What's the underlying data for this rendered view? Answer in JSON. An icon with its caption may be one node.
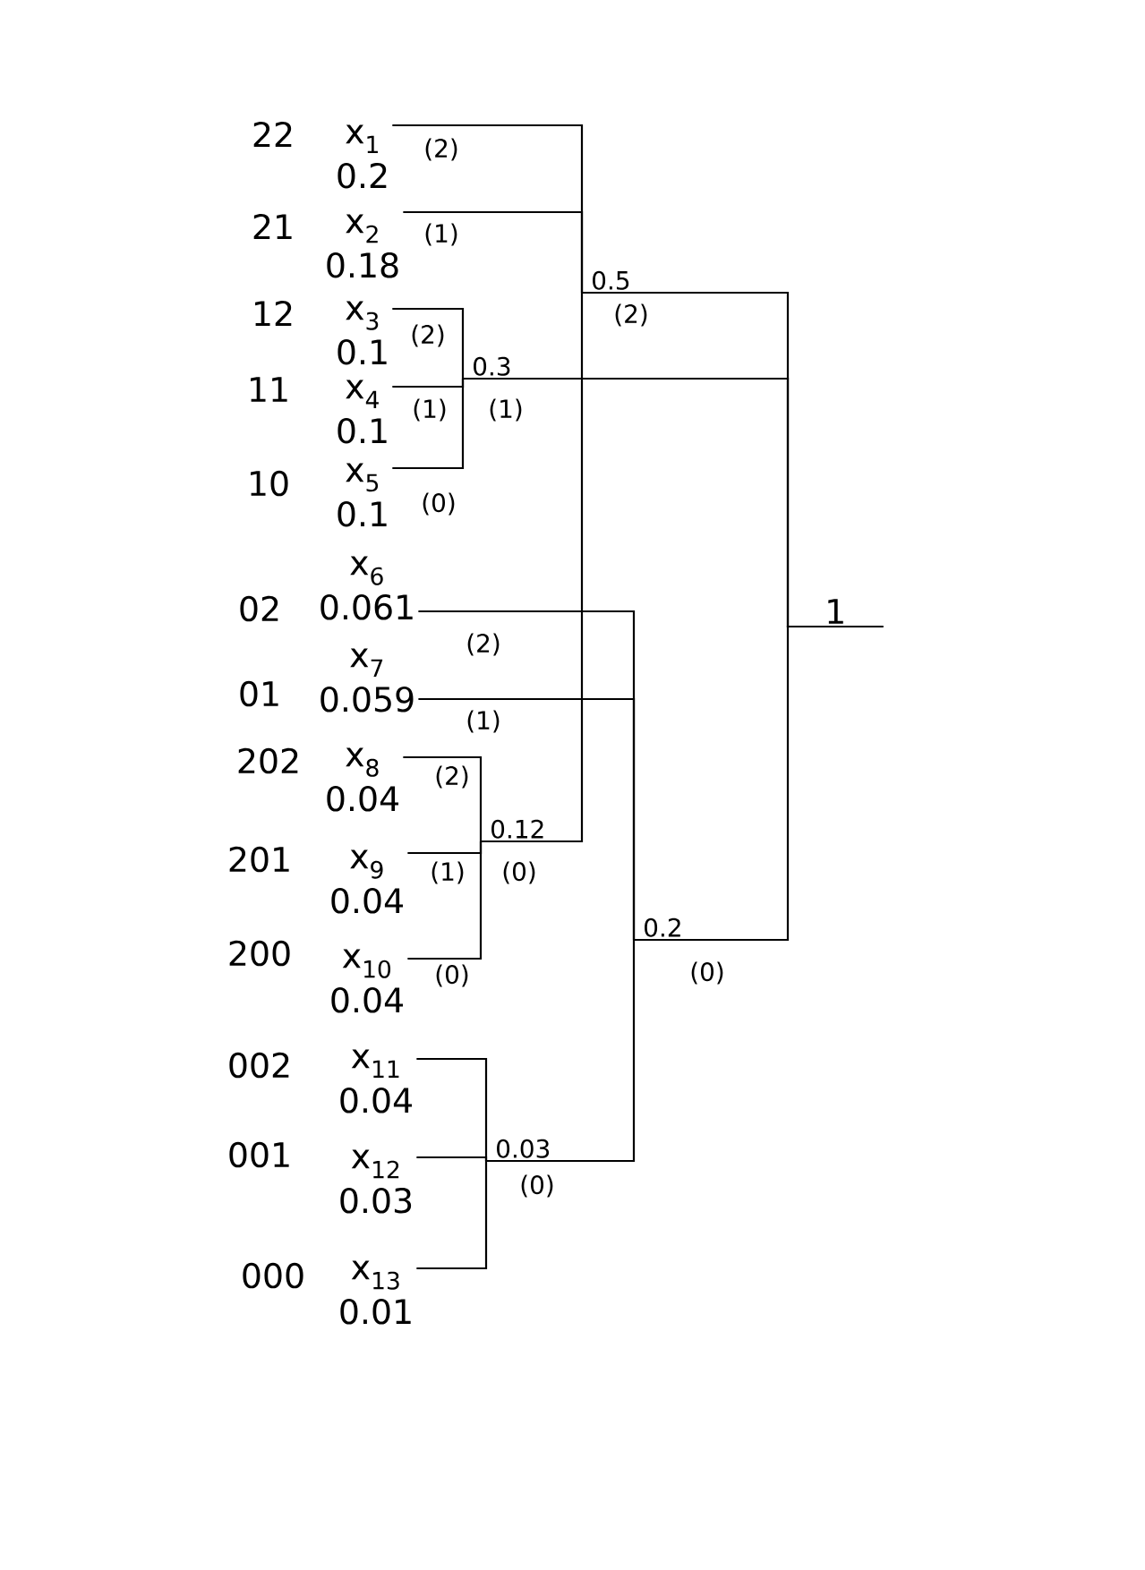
{
  "diagram": {
    "nodes": [
      {
        "text": [
          "x$_{1}$",
          "0.2"
        ],
        "beside": [
          "22"
        ]
      },
      {
        "text": [
          "x$_{2}$",
          "0.18"
        ],
        "beside": [
          "21"
        ]
      },
      {
        "text": [
          "x$_{3}$",
          "0.1"
        ],
        "beside": [
          "12"
        ]
      },
      {
        "text": [
          "x$_{4}$",
          "0.1"
        ],
        "beside": [
          "11"
        ]
      },
      {
        "text": [
          "x$_{5}$",
          "0.1"
        ],
        "beside": [
          "10"
        ]
      },
      {
        "text": [
          "x$_{6}$",
          "0.061"
        ],
        "beside": [
          "02"
        ]
      },
      {
        "text": [
          "x$_{7}$",
          "0.059"
        ],
        "beside": [
          "01"
        ]
      },
      {
        "text": [
          "x$_{8}$",
          "0.04"
        ],
        "beside": [
          "202"
        ]
      },
      {
        "text": [
          "x$_{9}$",
          "0.04"
        ],
        "beside": [
          "201"
        ]
      },
      {
        "text": [
          "x$_{10}$",
          "0.04"
        ],
        "beside": [
          "200"
        ]
      },
      {
        "text": [
          "x$_{11}$",
          "0.04"
        ],
        "beside": [
          "002"
        ]
      },
      {
        "text": [
          "x$_{12}$",
          "0.03"
        ],
        "beside": [
          "001"
        ]
      },
      {
        "text": [
          "x$_{13}$",
          "0.01"
        ],
        "beside": [
          "000"
        ]
      },
      {
        "text": [
          "0.5"
        ]
      },
      {
        "text": [
          "0.3"
        ]
      },
      {
        "text": [
          "1"
        ]
      },
      {
        "text": [
          "0.12"
        ]
      },
      {
        "text": [
          "0.2"
        ]
      },
      {
        "text": [
          "0.03"
        ]
      }
    ],
    "edges": [
      {
        "from": 0,
        "to": 13,
        "arrow": "none",
        "label": "(2)"
      },
      {
        "from": 1,
        "to": 13,
        "arrow": "none",
        "label": "(1)"
      },
      {
        "from": 16,
        "to": 13,
        "arrow": "none",
        "label": "(0)"
      },
      {
        "from": 2,
        "to": 14,
        "arrow": "none",
        "label": "(2)"
      },
      {
        "from": 3,
        "to": 14,
        "arrow": "none",
        "label": "(1)"
      },
      {
        "from": 4,
        "to": 14,
        "arrow": "none",
        "label": "(0)"
      },
      {
        "from": 13,
        "to": 15,
        "arrow": "none",
        "label": "(2)"
      },
      {
        "from": 14,
        "to": 15,
        "arrow": "none",
        "label": "(1)"
      },
      {
        "from": 17,
        "to": 15,
        "arrow": "none",
        "label": "(0)"
      },
      {
        "from": 7,
        "to": 16,
        "arrow": "none",
        "label": "(2)"
      },
      {
        "from": 8,
        "to": 16,
        "arrow": "none",
        "label": "(1)"
      },
      {
        "from": 9,
        "to": 16,
        "arrow": "none",
        "label": "(0)"
      },
      {
        "from": 5,
        "to": 17,
        "arrow": "none",
        "label": "(2)"
      },
      {
        "from": 6,
        "to": 17,
        "arrow": "none",
        "label": "(1)"
      },
      {
        "from": 18,
        "to": 17,
        "arrow": "none",
        "label": "(0)"
      },
      {
        "from": 10,
        "to": 18,
        "arrow": "none"
      },
      {
        "from": 11,
        "to": 18,
        "arrow": "none"
      },
      {
        "from": 12,
        "to": 18,
        "arrow": "none"
      }
    ]
  }
}
